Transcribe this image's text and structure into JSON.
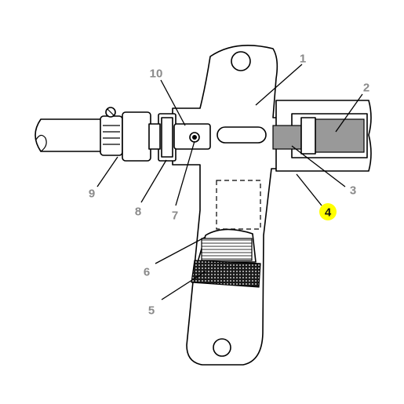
{
  "callouts": [
    {
      "id": "1",
      "label": "1",
      "highlighted": false
    },
    {
      "id": "2",
      "label": "2",
      "highlighted": false
    },
    {
      "id": "3",
      "label": "3",
      "highlighted": false
    },
    {
      "id": "4",
      "label": "4",
      "highlighted": true
    },
    {
      "id": "5",
      "label": "5",
      "highlighted": false
    },
    {
      "id": "6",
      "label": "6",
      "highlighted": false
    },
    {
      "id": "7",
      "label": "7",
      "highlighted": false
    },
    {
      "id": "8",
      "label": "8",
      "highlighted": false
    },
    {
      "id": "9",
      "label": "9",
      "highlighted": false
    },
    {
      "id": "10",
      "label": "10",
      "highlighted": false
    }
  ],
  "colors": {
    "highlight": "#ffff00",
    "callout_text": "#8a8a8a",
    "seal_fill": "#999999",
    "knurl_fill": "#1a1a1a"
  }
}
